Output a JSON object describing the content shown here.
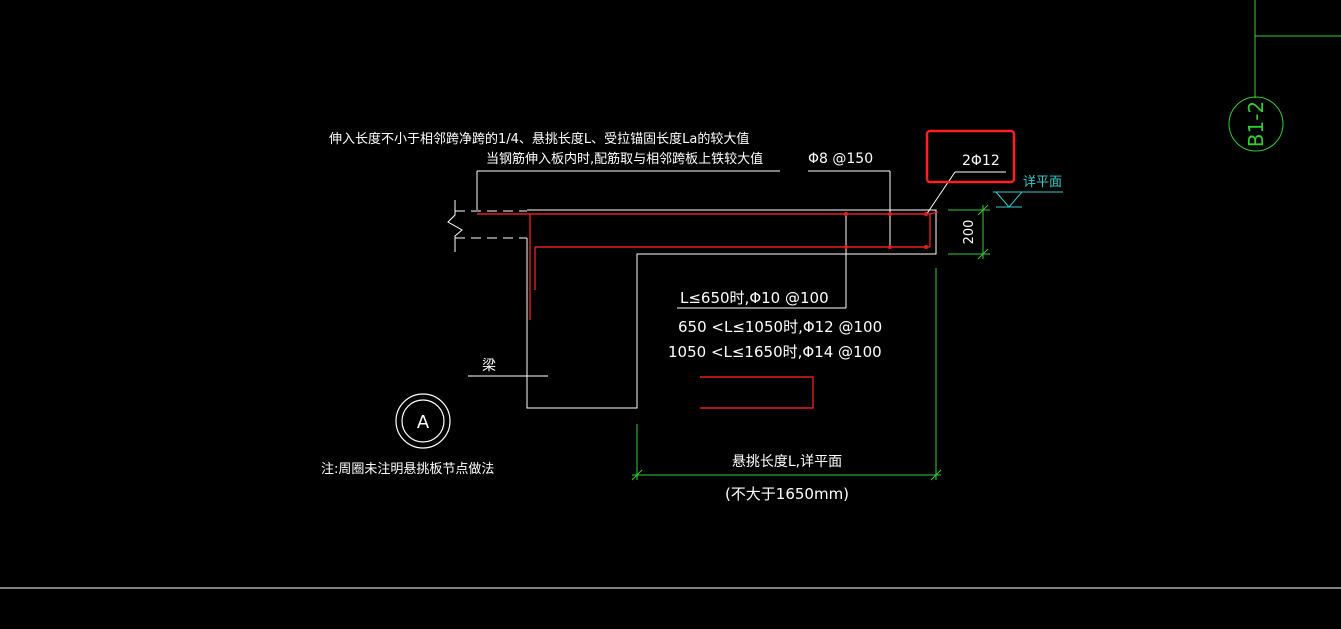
{
  "notes": {
    "extension_note_1": "伸入长度不小于相邻跨净跨的1/4、悬挑长度L、受拉锚固长度La的较大值",
    "extension_note_2": "当钢筋伸入板内时,配筋取与相邻跨板上铁较大值",
    "bottom_note": "注:周圈未注明悬挑板节点做法"
  },
  "rebar": {
    "top_distribution": "Φ8 @150",
    "edge_bars": "2Φ12",
    "rule_1": "L≤650时,Φ10 @100",
    "rule_2": "650 <L≤1050时,Φ12 @100",
    "rule_3": "1050 <L≤1650时,Φ14 @100"
  },
  "labels": {
    "beam": "梁",
    "see_plan": "详平面",
    "thickness": "200",
    "cantilever_length": "悬挑长度L,详平面",
    "max_length": "(不大于1650mm)",
    "detail_marker": "A",
    "grid_marker": "B1-2"
  },
  "colors": {
    "background": "#000000",
    "outline": "#ffffff",
    "rebar": "#e02020",
    "dimension": "#33cc33",
    "highlight": "#ff2020",
    "level_mark": "#33cccc"
  }
}
